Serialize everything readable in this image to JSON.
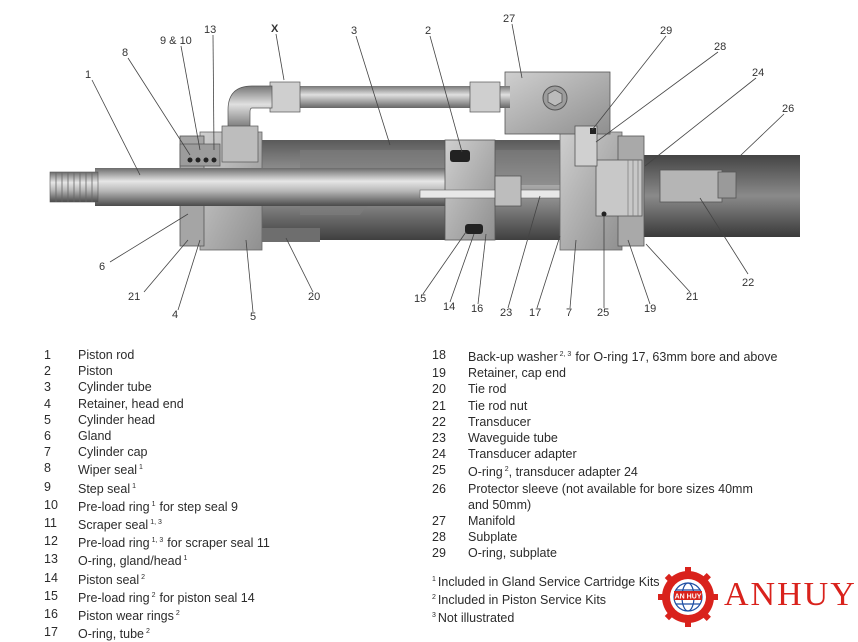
{
  "diagram": {
    "callouts": {
      "c1": "1",
      "c8": "8",
      "c9_10": "9 & 10",
      "c13": "13",
      "cx": "X",
      "c3": "3",
      "c2": "2",
      "c27": "27",
      "c29": "29",
      "c28": "28",
      "c24": "24",
      "c26": "26",
      "c6": "6",
      "c21a": "21",
      "c4": "4",
      "c5": "5",
      "c20": "20",
      "c15": "15",
      "c14": "14",
      "c16": "16",
      "c23": "23",
      "c17": "17",
      "c7": "7",
      "c25": "25",
      "c19": "19",
      "c21b": "21",
      "c22": "22"
    }
  },
  "parts_left": [
    {
      "num": "1",
      "desc": "Piston rod",
      "sup": ""
    },
    {
      "num": "2",
      "desc": "Piston",
      "sup": ""
    },
    {
      "num": "3",
      "desc": "Cylinder tube",
      "sup": ""
    },
    {
      "num": "4",
      "desc": "Retainer, head end",
      "sup": ""
    },
    {
      "num": "5",
      "desc": "Cylinder head",
      "sup": ""
    },
    {
      "num": "6",
      "desc": "Gland",
      "sup": ""
    },
    {
      "num": "7",
      "desc": "Cylinder cap",
      "sup": ""
    },
    {
      "num": "8",
      "desc": "Wiper seal",
      "sup": "1"
    },
    {
      "num": "9",
      "desc": "Step seal",
      "sup": "1"
    },
    {
      "num": "10",
      "desc": "Pre-load ring",
      "sup": "1",
      "tail": "for step seal 9"
    },
    {
      "num": "11",
      "desc": "Scraper seal",
      "sup": "1, 3"
    },
    {
      "num": "12",
      "desc": "Pre-load ring",
      "sup": "1, 3",
      "tail": "for scraper seal 11"
    },
    {
      "num": "13",
      "desc": "O-ring, gland/head",
      "sup": "1"
    },
    {
      "num": "14",
      "desc": "Piston seal",
      "sup": "2"
    },
    {
      "num": "15",
      "desc": "Pre-load ring",
      "sup": "2",
      "tail": "for piston seal 14"
    },
    {
      "num": "16",
      "desc": "Piston wear rings",
      "sup": "2"
    },
    {
      "num": "17",
      "desc": "O-ring, tube",
      "sup": "2"
    }
  ],
  "parts_right": [
    {
      "num": "18",
      "desc": "Back-up washer",
      "sup": "2, 3",
      "tail": "for O-ring 17, 63mm bore and above"
    },
    {
      "num": "19",
      "desc": "Retainer, cap end",
      "sup": ""
    },
    {
      "num": "20",
      "desc": "Tie rod",
      "sup": ""
    },
    {
      "num": "21",
      "desc": "Tie rod nut",
      "sup": ""
    },
    {
      "num": "22",
      "desc": "Transducer",
      "sup": ""
    },
    {
      "num": "23",
      "desc": "Waveguide tube",
      "sup": ""
    },
    {
      "num": "24",
      "desc": "Transducer adapter",
      "sup": ""
    },
    {
      "num": "25",
      "desc": "O-ring",
      "sup": "2",
      "tail": ", transducer adapter 24"
    },
    {
      "num": "26",
      "desc": "Protector sleeve (not available for bore sizes 40mm",
      "sup": ""
    },
    {
      "num": "",
      "desc": "and 50mm)",
      "sup": ""
    },
    {
      "num": "27",
      "desc": "Manifold",
      "sup": ""
    },
    {
      "num": "28",
      "desc": "Subplate",
      "sup": ""
    },
    {
      "num": "29",
      "desc": "O-ring, subplate",
      "sup": ""
    }
  ],
  "footnotes": [
    {
      "sup": "1",
      "text": "Included in Gland Service Cartridge Kits"
    },
    {
      "sup": "2",
      "text": "Included in Piston Service Kits"
    },
    {
      "sup": "3",
      "text": "Not illustrated"
    }
  ],
  "logo": {
    "text": "ANHUY",
    "ring_text": "AN HUY",
    "color": "#d9221c"
  }
}
